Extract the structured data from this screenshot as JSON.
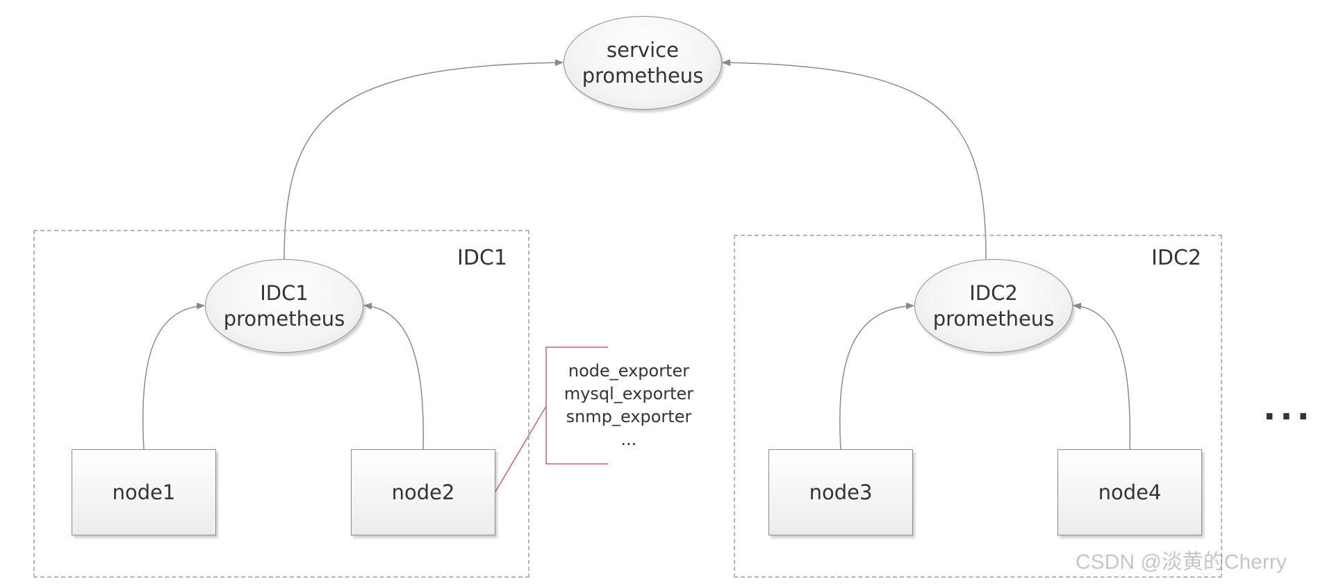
{
  "service": {
    "line1": "service",
    "line2": "prometheus"
  },
  "idc1": {
    "label": "IDC1",
    "prometheus": {
      "line1": "IDC1",
      "line2": "prometheus"
    },
    "nodes": [
      "node1",
      "node2"
    ]
  },
  "idc2": {
    "label": "IDC2",
    "prometheus": {
      "line1": "IDC2",
      "line2": "prometheus"
    },
    "nodes": [
      "node3",
      "node4"
    ]
  },
  "exporters": [
    "node_exporter",
    "mysql_exporter",
    "snmp_exporter",
    "..."
  ],
  "more": "...",
  "watermark": "CSDN @淡黄的Cherry",
  "colors": {
    "edge": "#8a8a8a",
    "bracket": "#c0607a",
    "dashed_border": "#b5b5b5"
  }
}
